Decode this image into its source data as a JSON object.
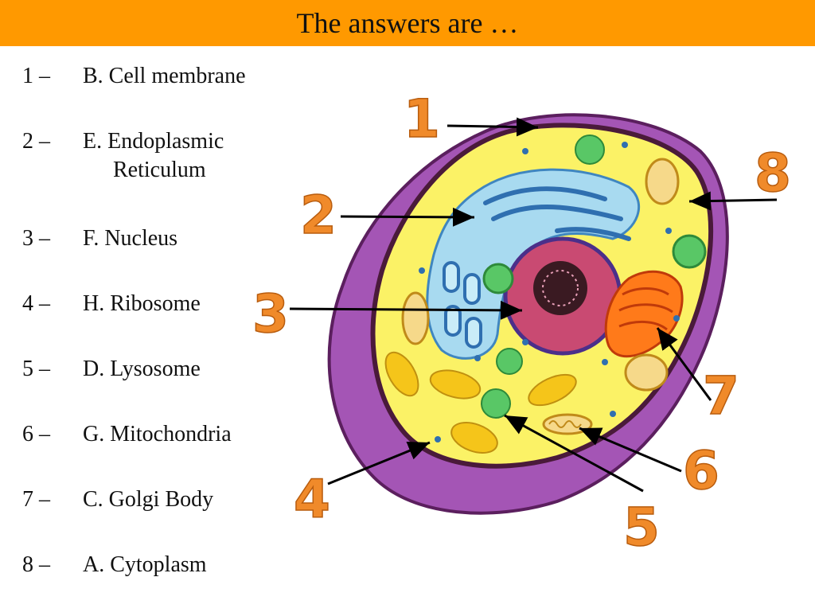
{
  "header": {
    "title": "The answers are …",
    "color": "#ff9900"
  },
  "answers": [
    {
      "number": "1 –",
      "text": "B. Cell membrane"
    },
    {
      "number": "2 –",
      "text": "E. Endoplasmic",
      "text2": "Reticulum"
    },
    {
      "number": "3 –",
      "text": "F. Nucleus"
    },
    {
      "number": "4 –",
      "text": "H. Ribosome"
    },
    {
      "number": "5 –",
      "text": "D. Lysosome"
    },
    {
      "number": "6 –",
      "text": "G. Mitochondria"
    },
    {
      "number": "7 –",
      "text": "C. Golgi Body"
    },
    {
      "number": "8 –",
      "text": "A. Cytoplasm"
    }
  ],
  "diagram": {
    "labels": [
      "1",
      "2",
      "3",
      "4",
      "5",
      "6",
      "7",
      "8"
    ],
    "colors": {
      "membrane": "#9b3fa8",
      "cytoplasm": "#fbf266",
      "nucleus": "#c94a72",
      "er": "#a8daf0",
      "golgi": "#ff7a1a",
      "lysosome": "#59c766",
      "label": "#f08a2a"
    }
  }
}
